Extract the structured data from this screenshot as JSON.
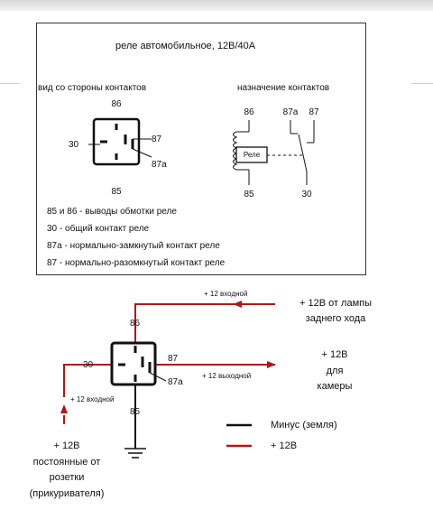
{
  "top": {
    "title": "реле автомобильное, 12В/40А",
    "left_heading": "вид со стороны контактов",
    "right_heading": "назначение контактов",
    "pins": {
      "p86": "86",
      "p85": "85",
      "p30": "30",
      "p87": "87",
      "p87a": "87a"
    },
    "schematic_pins": {
      "p86": "86",
      "p87a": "87a",
      "p87": "87",
      "p85": "85",
      "p30": "30"
    },
    "coil_label": "Реле",
    "descriptions": [
      "85 и 86 - выводы обмотки реле",
      "30 - общий контакт реле",
      "87а - нормально-замкнутый контакт реле",
      "87 - нормально-разомкнутый контакт реле"
    ]
  },
  "bottom": {
    "pins": {
      "p86": "86",
      "p85": "85",
      "p30": "30",
      "p87": "87",
      "p87a": "87a"
    },
    "in_top_label": "+ 12 входной",
    "in_left_label": "+ 12 входной",
    "out_label": "+ 12 выходной",
    "source_top": [
      "+ 12В от лампы",
      "заднего хода"
    ],
    "source_right": [
      "+ 12В",
      "для",
      "камеры"
    ],
    "source_left": [
      "+ 12В",
      "постоянные от",
      "розетки",
      "(прикуривателя)"
    ],
    "legend": [
      {
        "label": "Минус (земля)",
        "color": "#111111"
      },
      {
        "label": "+ 12В",
        "color": "#b01818"
      }
    ]
  },
  "colors": {
    "wire_red": "#b01818",
    "wire_black": "#111111"
  }
}
